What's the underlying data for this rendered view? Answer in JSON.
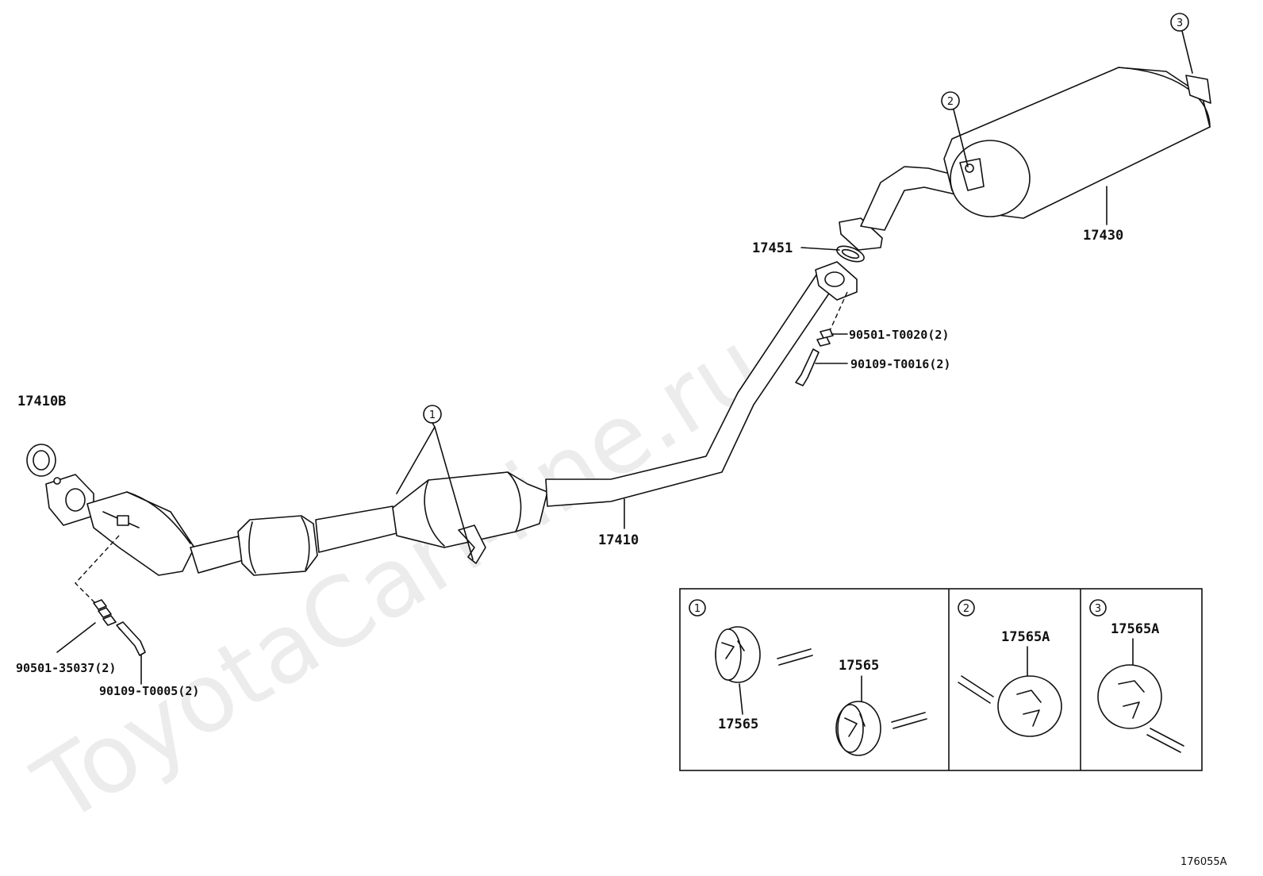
{
  "watermark": "ToyotaCarMine.ru",
  "figure_code": "176055A",
  "callouts": [
    "1",
    "2",
    "3"
  ],
  "parts": {
    "p17410B": "17410B",
    "p17410": "17410",
    "p17451": "17451",
    "p17430": "17430",
    "p90501_T0020": "90501-T0020(2)",
    "p90109_T0016": "90109-T0016(2)",
    "p90501_35037": "90501-35037(2)",
    "p90109_T0005": "90109-T0005(2)"
  },
  "inset": {
    "panel1": {
      "callout": "1",
      "labels": [
        "17565",
        "17565"
      ]
    },
    "panel2": {
      "callout": "2",
      "labels": [
        "17565A"
      ]
    },
    "panel3": {
      "callout": "3",
      "labels": [
        "17565A"
      ]
    }
  }
}
